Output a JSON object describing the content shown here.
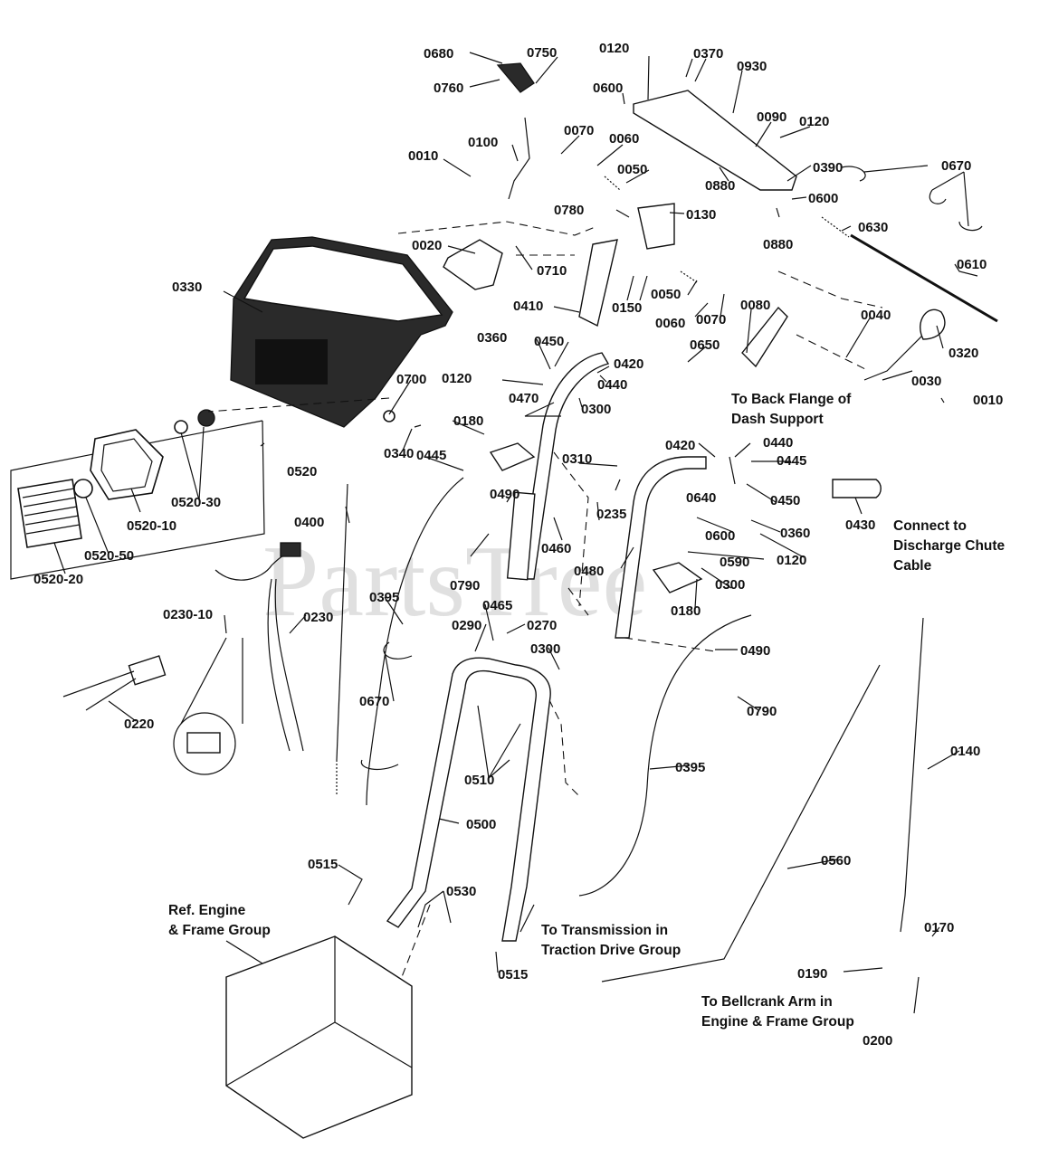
{
  "watermark": "PartsTree",
  "parts": {
    "p0680": "0680",
    "p0750": "0750",
    "p0760": "0760",
    "p0120a": "0120",
    "p0370": "0370",
    "p0930": "0930",
    "p0600a": "0600",
    "p0090": "0090",
    "p0120b": "0120",
    "p0070a": "0070",
    "p0060a": "0060",
    "p0100": "0100",
    "p0010a": "0010",
    "p0050a": "0050",
    "p0880a": "0880",
    "p0390": "0390",
    "p0600b": "0600",
    "p0670a": "0670",
    "p0780": "0780",
    "p0130": "0130",
    "p0880b": "0880",
    "p0630": "0630",
    "p0020": "0020",
    "p0710": "0710",
    "p0610": "0610",
    "p0330": "0330",
    "p0410": "0410",
    "p0150": "0150",
    "p0050b": "0050",
    "p0060b": "0060",
    "p0070b": "0070",
    "p0080": "0080",
    "p0040": "0040",
    "p0320": "0320",
    "p0360a": "0360",
    "p0450a": "0450",
    "p0650": "0650",
    "p0030": "0030",
    "p0120c": "0120",
    "p0420a": "0420",
    "p0470": "0470",
    "p0440a": "0440",
    "p0300a": "0300",
    "p0010b": "0010",
    "p0700": "0700",
    "p0180a": "0180",
    "p0340": "0340",
    "p0445a": "0445",
    "p0310": "0310",
    "p0420b": "0420",
    "p0440b": "0440",
    "p0445b": "0445",
    "p0520": "0520",
    "p0490a": "0490",
    "p0235": "0235",
    "p0640": "0640",
    "p0450b": "0450",
    "p0430": "0430",
    "p0520_30": "0520-30",
    "p0520_10": "0520-10",
    "p0600c": "0600",
    "p0360b": "0360",
    "p0400": "0400",
    "p0460": "0460",
    "p0590": "0590",
    "p0120d": "0120",
    "p0520_50": "0520-50",
    "p0790a": "0790",
    "p0480": "0480",
    "p0300b": "0300",
    "p0520_20": "0520-20",
    "p0395a": "0395",
    "p0465": "0465",
    "p0180b": "0180",
    "p0230_10": "0230-10",
    "p0230": "0230",
    "p0290": "0290",
    "p0270": "0270",
    "p0300c": "0300",
    "p0490b": "0490",
    "p0670b": "0670",
    "p0220": "0220",
    "p0790b": "0790",
    "p0510": "0510",
    "p0140": "0140",
    "p0395b": "0395",
    "p0500": "0500",
    "p0560": "0560",
    "p0515a": "0515",
    "p0530": "0530",
    "p0170": "0170",
    "p0515b": "0515",
    "p0190": "0190",
    "p0200": "0200"
  },
  "notes": {
    "back_flange_1": "To Back Flange of",
    "back_flange_2": "Dash Support",
    "chute_1": "Connect to",
    "chute_2": "Discharge Chute",
    "chute_3": "Cable",
    "ref_engine_1": "Ref. Engine",
    "ref_engine_2": "& Frame Group",
    "transmission_1": "To Transmission in",
    "transmission_2": "Traction Drive Group",
    "bellcrank_1": "To Bellcrank Arm in",
    "bellcrank_2": "Engine & Frame Group"
  }
}
